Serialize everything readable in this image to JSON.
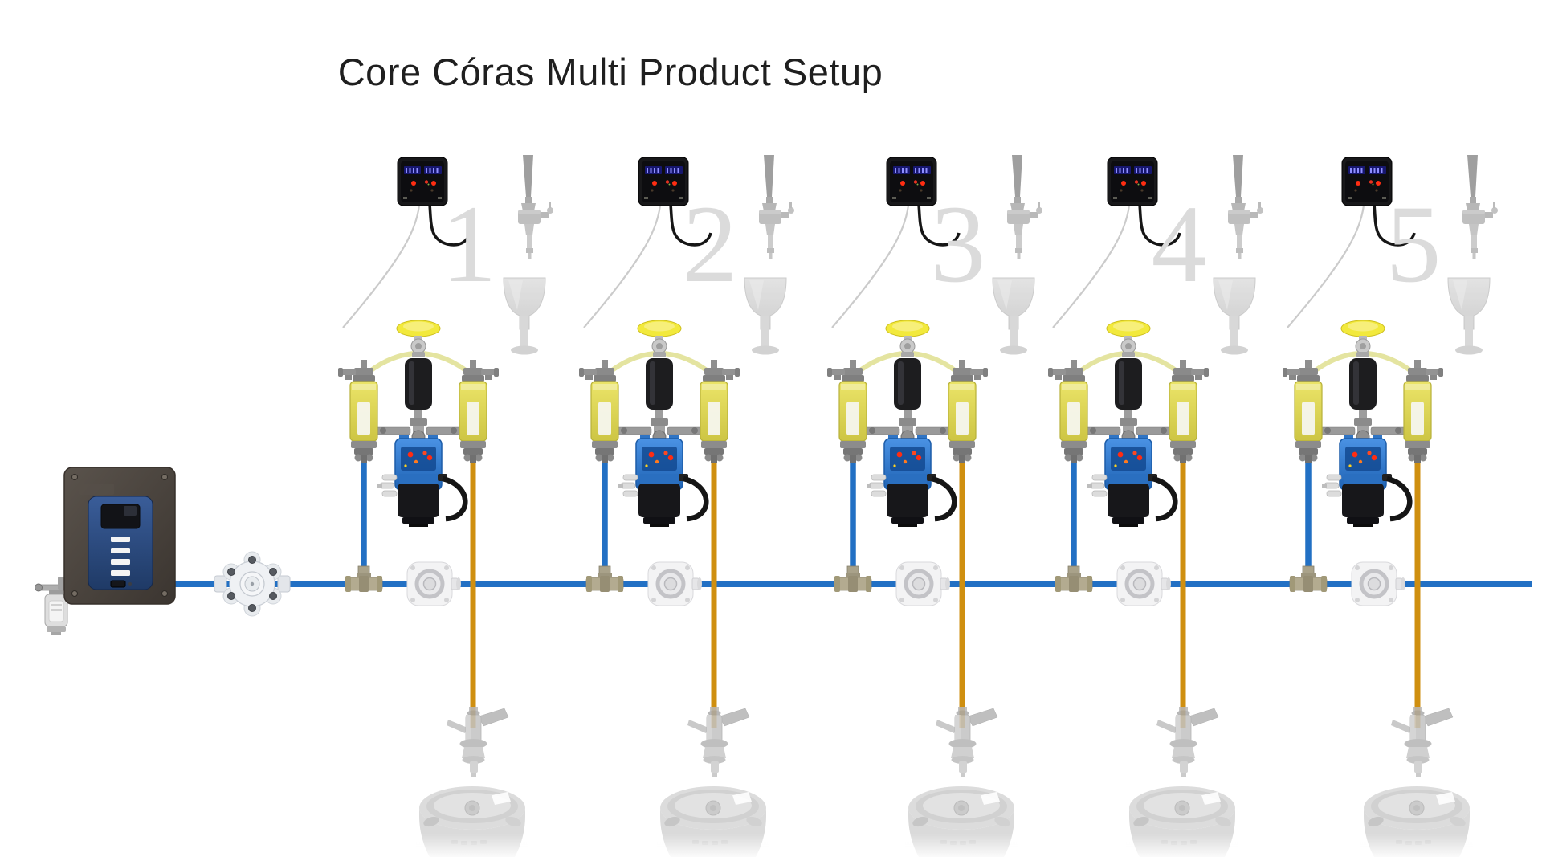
{
  "title": "Core Córas Multi Product Setup",
  "stations": [
    {
      "label": "1"
    },
    {
      "label": "2"
    },
    {
      "label": "3"
    },
    {
      "label": "4"
    },
    {
      "label": "5"
    }
  ],
  "graphics": {
    "controller": "flow-controller-display-box",
    "control_unit": "main-control-box",
    "inline_filter": "inline-filter-regulator",
    "manifold": "manifold-pump-head",
    "dosing_pump": "dual-cylinder-dosing-pump",
    "tee": "push-fit-tee-fitting",
    "flow_meter": "inline-flow-meter",
    "tap": "beer-tap-faded",
    "glass": "beer-glass-faded",
    "keg_coupler": "keg-coupler-faded",
    "keg": "keg-top-faded"
  },
  "colors": {
    "water_line_blue": "#2270c4",
    "product_line_orange": "#cf8f10",
    "pump_body_blue": "#2f7fd6",
    "cylinder_yellow": "#e3dc55",
    "cap_yellow": "#f2e93c",
    "controller_led_red": "#ff2d12",
    "controller_digits_blue": "#8e8eff",
    "faded_gray": "#d2d2d2"
  }
}
